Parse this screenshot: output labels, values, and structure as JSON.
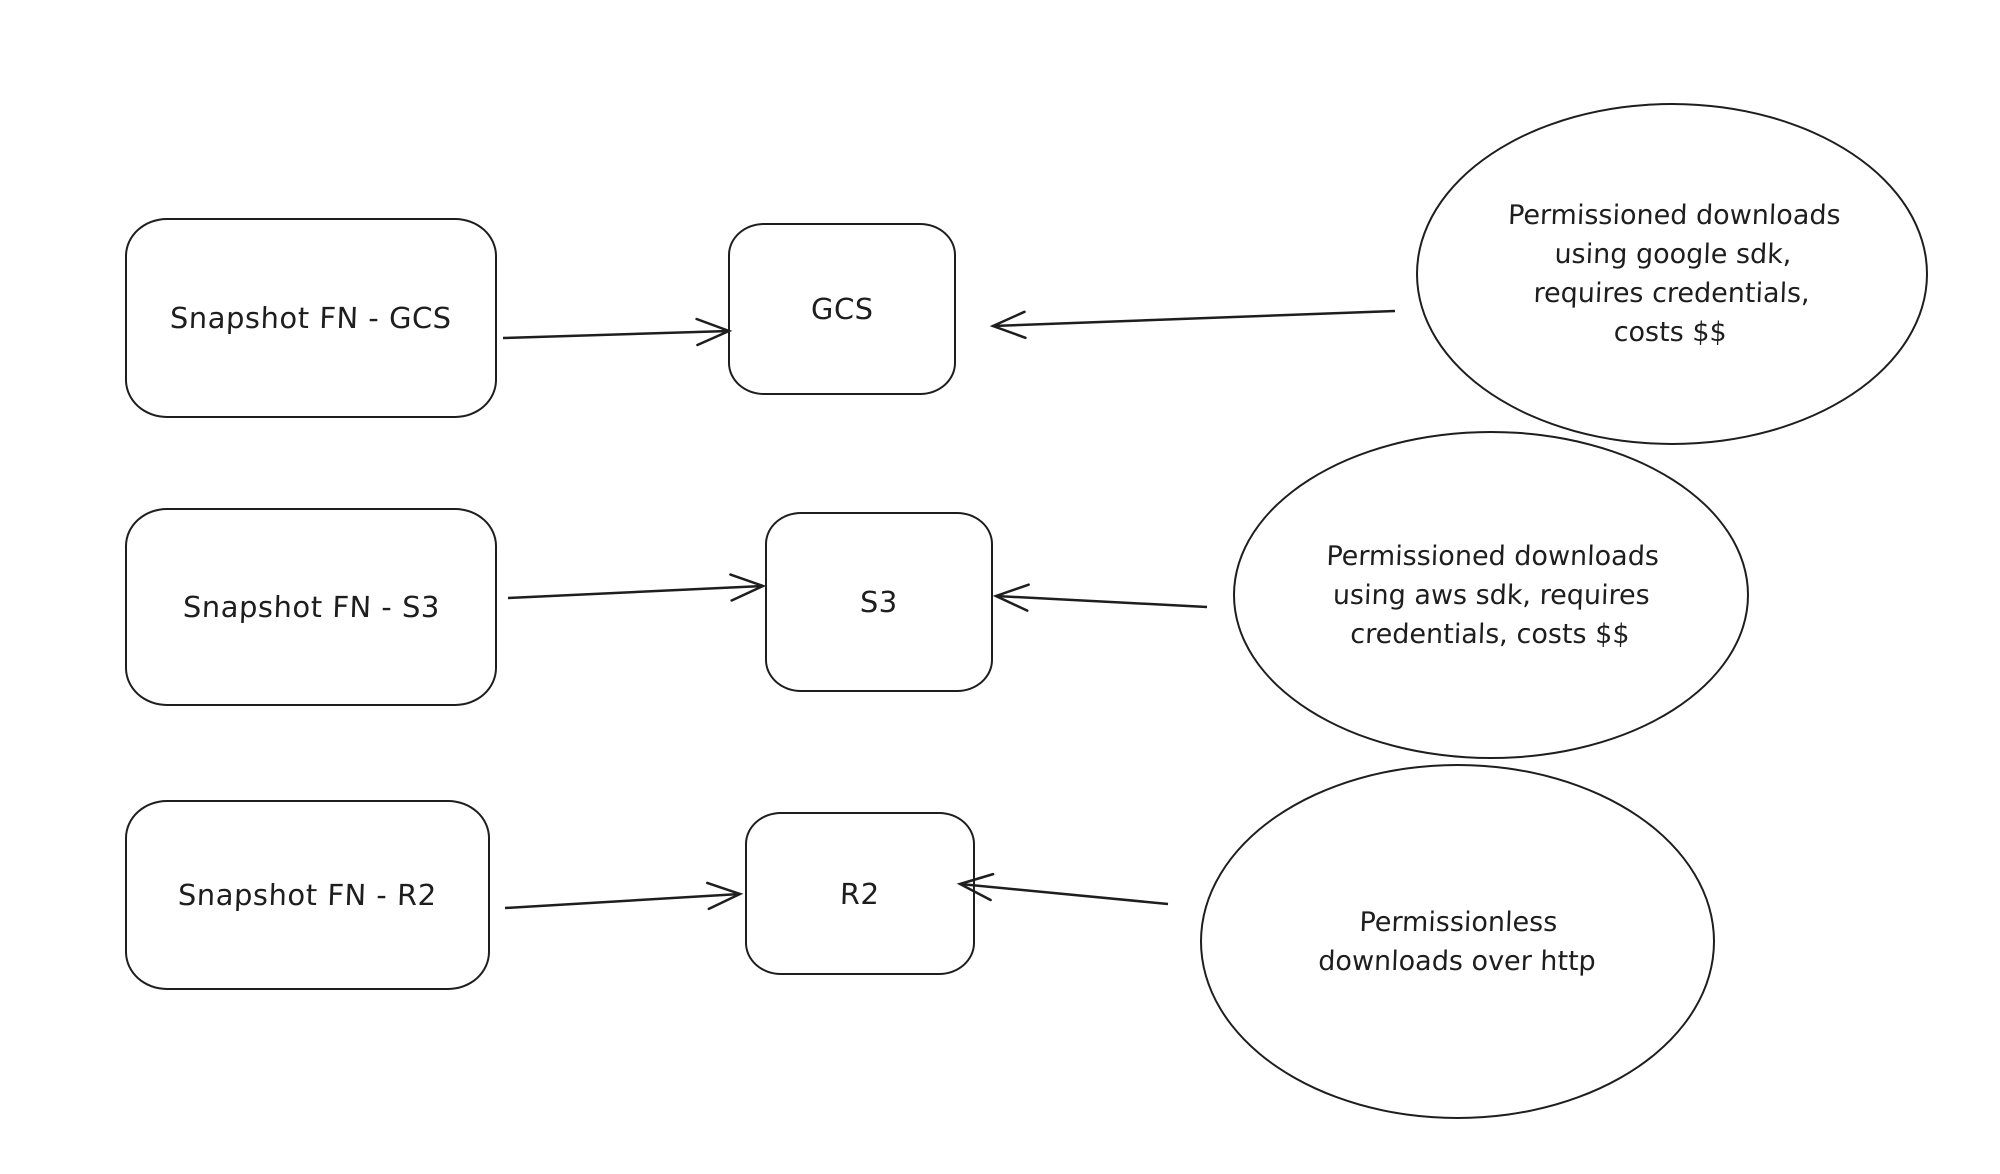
{
  "colors": {
    "background": "#ffffff",
    "stroke": "#1e1e1e"
  },
  "diagram": {
    "rows": [
      {
        "source_label": "Snapshot FN - GCS",
        "target_label": "GCS",
        "note": "Permissioned downloads\nusing google sdk,\nrequires credentials,\ncosts $$"
      },
      {
        "source_label": "Snapshot FN - S3",
        "target_label": "S3",
        "note": "Permissioned downloads\nusing aws sdk, requires\ncredentials, costs $$"
      },
      {
        "source_label": "Snapshot FN - R2",
        "target_label": "R2",
        "note": "Permissionless\ndownloads over http"
      }
    ],
    "edges": [
      {
        "from": "Snapshot FN - GCS",
        "to": "GCS",
        "direction": "right"
      },
      {
        "from": "Permissioned downloads using google sdk, requires credentials, costs $$",
        "to": "GCS",
        "direction": "left"
      },
      {
        "from": "Snapshot FN - S3",
        "to": "S3",
        "direction": "right"
      },
      {
        "from": "Permissioned downloads using aws sdk, requires credentials, costs $$",
        "to": "S3",
        "direction": "left"
      },
      {
        "from": "Snapshot FN - R2",
        "to": "R2",
        "direction": "right"
      },
      {
        "from": "Permissionless downloads over http",
        "to": "R2",
        "direction": "left"
      }
    ]
  }
}
